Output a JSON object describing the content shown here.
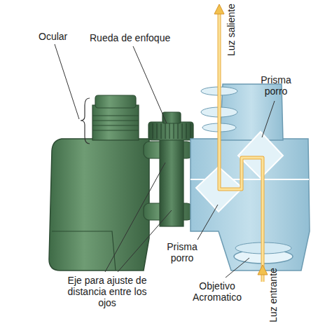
{
  "diagram": {
    "labels": [
      "Ocular",
      "Rueda de enfoque",
      "Luz saliente",
      "Prisma porro",
      "Eje para ajuste de distancia entre los ojos",
      "Prisma porro",
      "Objetivo Acromatico",
      "Luz entrante"
    ]
  }
}
